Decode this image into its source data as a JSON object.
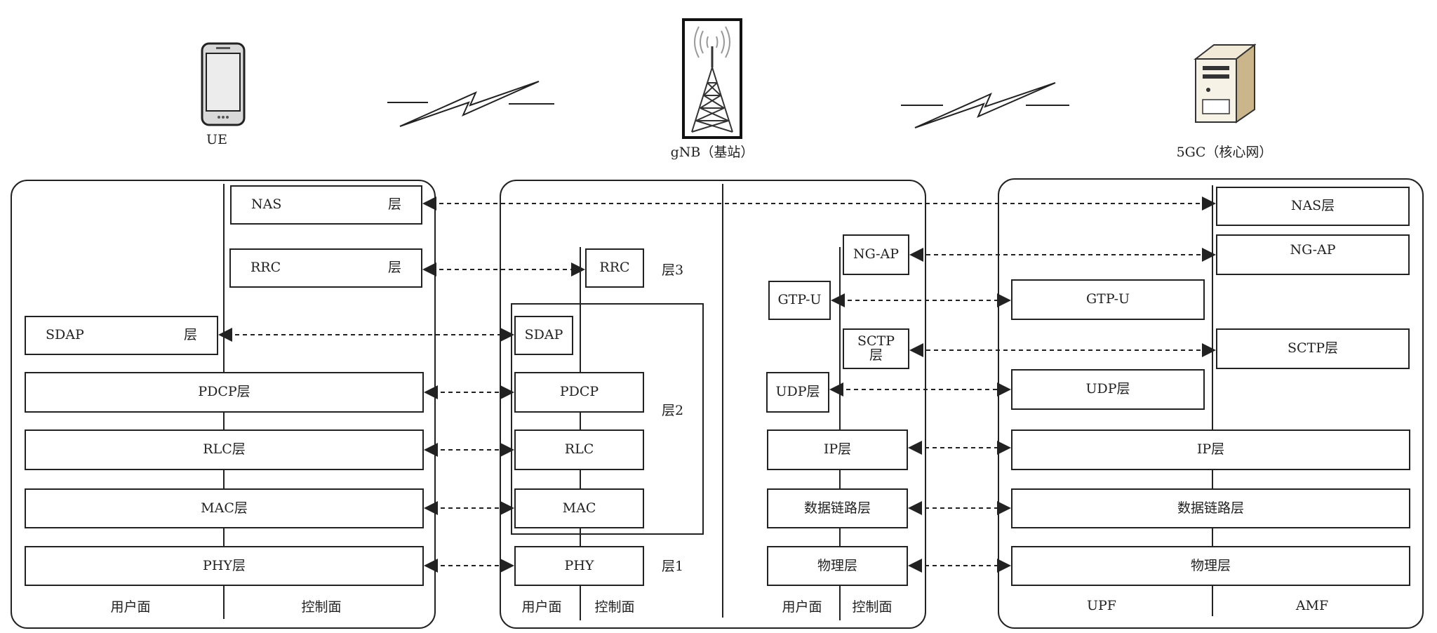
{
  "nodes": {
    "ue": "UE",
    "gnb": "gNB（基站）",
    "core": "5GC（核心网）"
  },
  "ue_stack": {
    "nas": [
      "NAS",
      "层"
    ],
    "rrc": [
      "RRC",
      "层"
    ],
    "sdap": [
      "SDAP",
      "层"
    ],
    "pdcp": "PDCP层",
    "rlc": "RLC层",
    "mac": "MAC层",
    "phy": "PHY层",
    "user_plane": "用户面",
    "control_plane": "控制面"
  },
  "gnb_ran": {
    "rrc": "RRC",
    "layer3": "层3",
    "sdap": "SDAP",
    "pdcp": "PDCP",
    "rlc": "RLC",
    "mac": "MAC",
    "layer2": "层2",
    "phy": "PHY",
    "layer1": "层1",
    "user_plane": "用户面",
    "control_plane": "控制面"
  },
  "gnb_ng": {
    "ngap": "NG-AP",
    "gtpu": "GTP-U",
    "sctp": "SCTP\n层",
    "udp": "UDP层",
    "ip": "IP层",
    "datalink": "数据链路层",
    "physical": "物理层",
    "user_plane": "用户面",
    "control_plane": "控制面"
  },
  "core_stack": {
    "nas": "NAS层",
    "ngap": "NG-AP",
    "gtpu": "GTP-U",
    "sctp": "SCTP层",
    "udp": "UDP层",
    "ip": "IP层",
    "datalink": "数据链路层",
    "physical": "物理层",
    "upf": "UPF",
    "amf": "AMF"
  },
  "colors": {
    "line": "#222222",
    "background": "#ffffff"
  }
}
